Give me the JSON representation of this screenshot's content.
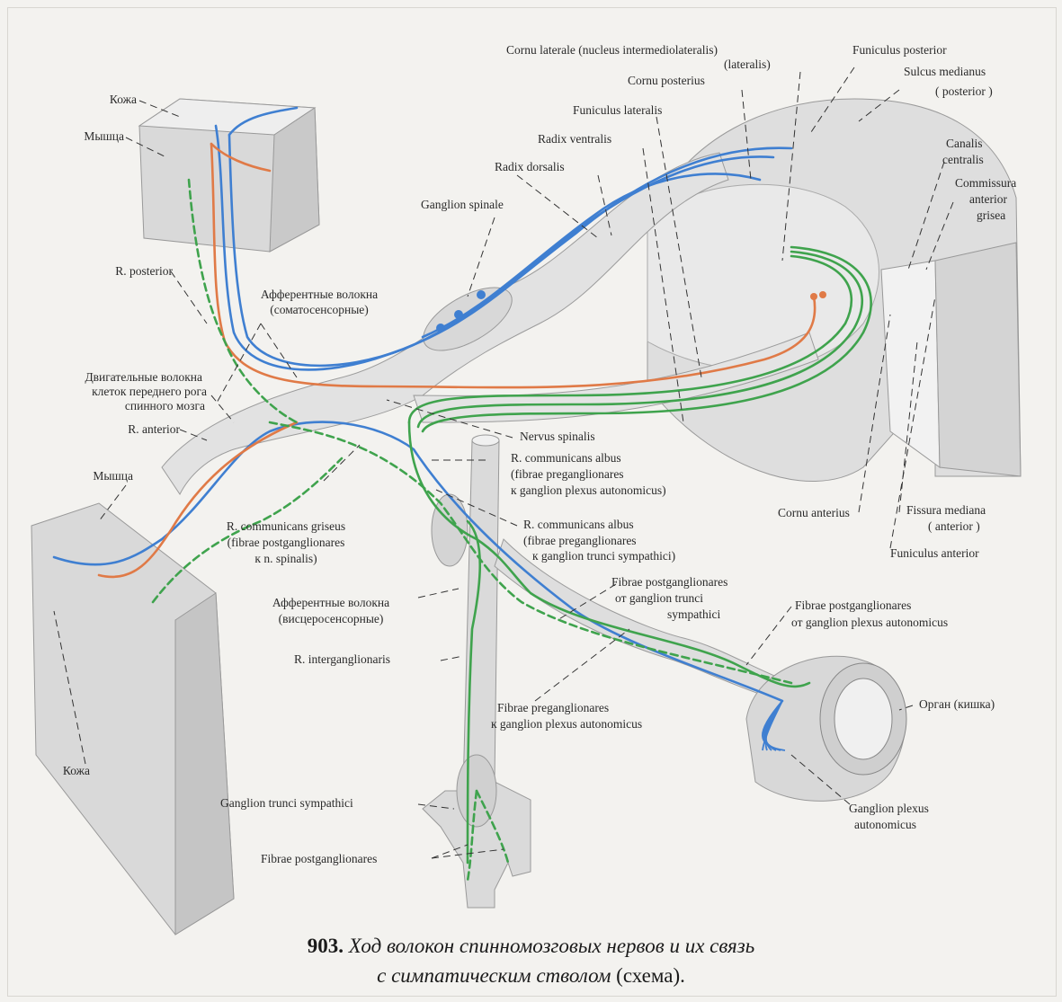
{
  "colors": {
    "afferent": "#3f7fd1",
    "motor": "#e07a47",
    "sympathetic": "#3fa34d",
    "tissue": "#dcdcdc",
    "outline": "#8a8a8a"
  },
  "labels": {
    "kozha_top": "Кожа",
    "myshtsa_top": "Мышца",
    "r_posterior": "R. posterior",
    "motor_fibers_1": "Двигательные волокна",
    "motor_fibers_2": "клеток переднего рога",
    "motor_fibers_3": "спинного мозга",
    "r_anterior": "R. anterior",
    "myshtsa_bottom": "Мышца",
    "kozha_bottom": "Кожа",
    "afferent_somatic_1": "Афферентные волокна",
    "afferent_somatic_2": "(соматосенсорные)",
    "ganglion_spinale": "Ganglion spinale",
    "radix_dorsalis": "Radix dorsalis",
    "radix_ventralis": "Radix ventralis",
    "funiculus_lateralis": "Funiculus lateralis",
    "cornu_posterius": "Cornu posterius",
    "cornu_laterale_1": "Cornu laterale (nucleus intermediolateralis)",
    "cornu_laterale_2": "(lateralis)",
    "funiculus_posterior": "Funiculus posterior",
    "sulcus_medianus_1": "Sulcus medianus",
    "sulcus_medianus_2": "( posterior )",
    "canalis_centralis_1": "Canalis",
    "canalis_centralis_2": "centralis",
    "commissura_1": "Commissura",
    "commissura_2": "anterior",
    "commissura_3": "grisea",
    "nervus_spinalis": "Nervus spinalis",
    "rc_albus_1_1": "R. communicans albus",
    "rc_albus_1_2": "(fibrae preganglionares",
    "rc_albus_1_3": "к ganglion plexus autonomicus)",
    "rc_albus_2_1": "R. communicans albus",
    "rc_albus_2_2": "(fibrae preganglionares",
    "rc_albus_2_3": "к ganglion trunci sympathici)",
    "rc_griseus_1": "R. communicans griseus",
    "rc_griseus_2": "(fibrae postganglionares",
    "rc_griseus_3": "к n. spinalis)",
    "afferent_visceral_1": "Афферентные волокна",
    "afferent_visceral_2": "(висцеросенсорные)",
    "r_interganglionaris": "R. interganglionaris",
    "fibrae_post_trunci_1": "Fibrae postganglionares",
    "fibrae_post_trunci_2": "от ganglion trunci",
    "fibrae_post_trunci_3": "sympathici",
    "fibrae_post_plexus_1": "Fibrae postganglionares",
    "fibrae_post_plexus_2": "от ganglion plexus autonomicus",
    "cornu_anterius": "Cornu anterius",
    "fissura_mediana_1": "Fissura mediana",
    "fissura_mediana_2": "( anterior )",
    "funiculus_anterior": "Funiculus anterior",
    "organ": "Орган (кишка)",
    "fibrae_pre_plexus_1": "Fibrae preganglionares",
    "fibrae_pre_plexus_2": "к ganglion plexus autonomicus",
    "ganglion_plexus_1": "Ganglion plexus",
    "ganglion_plexus_2": "autonomicus",
    "ganglion_trunci": "Ganglion trunci sympathici",
    "fibrae_postganglionares": "Fibrae postganglionares"
  },
  "caption": {
    "number": "903.",
    "title_line1": "Ход волокон спинномозговых нервов и их связь",
    "title_line2": "с симпатическим стволом",
    "suffix": "(схема)."
  }
}
